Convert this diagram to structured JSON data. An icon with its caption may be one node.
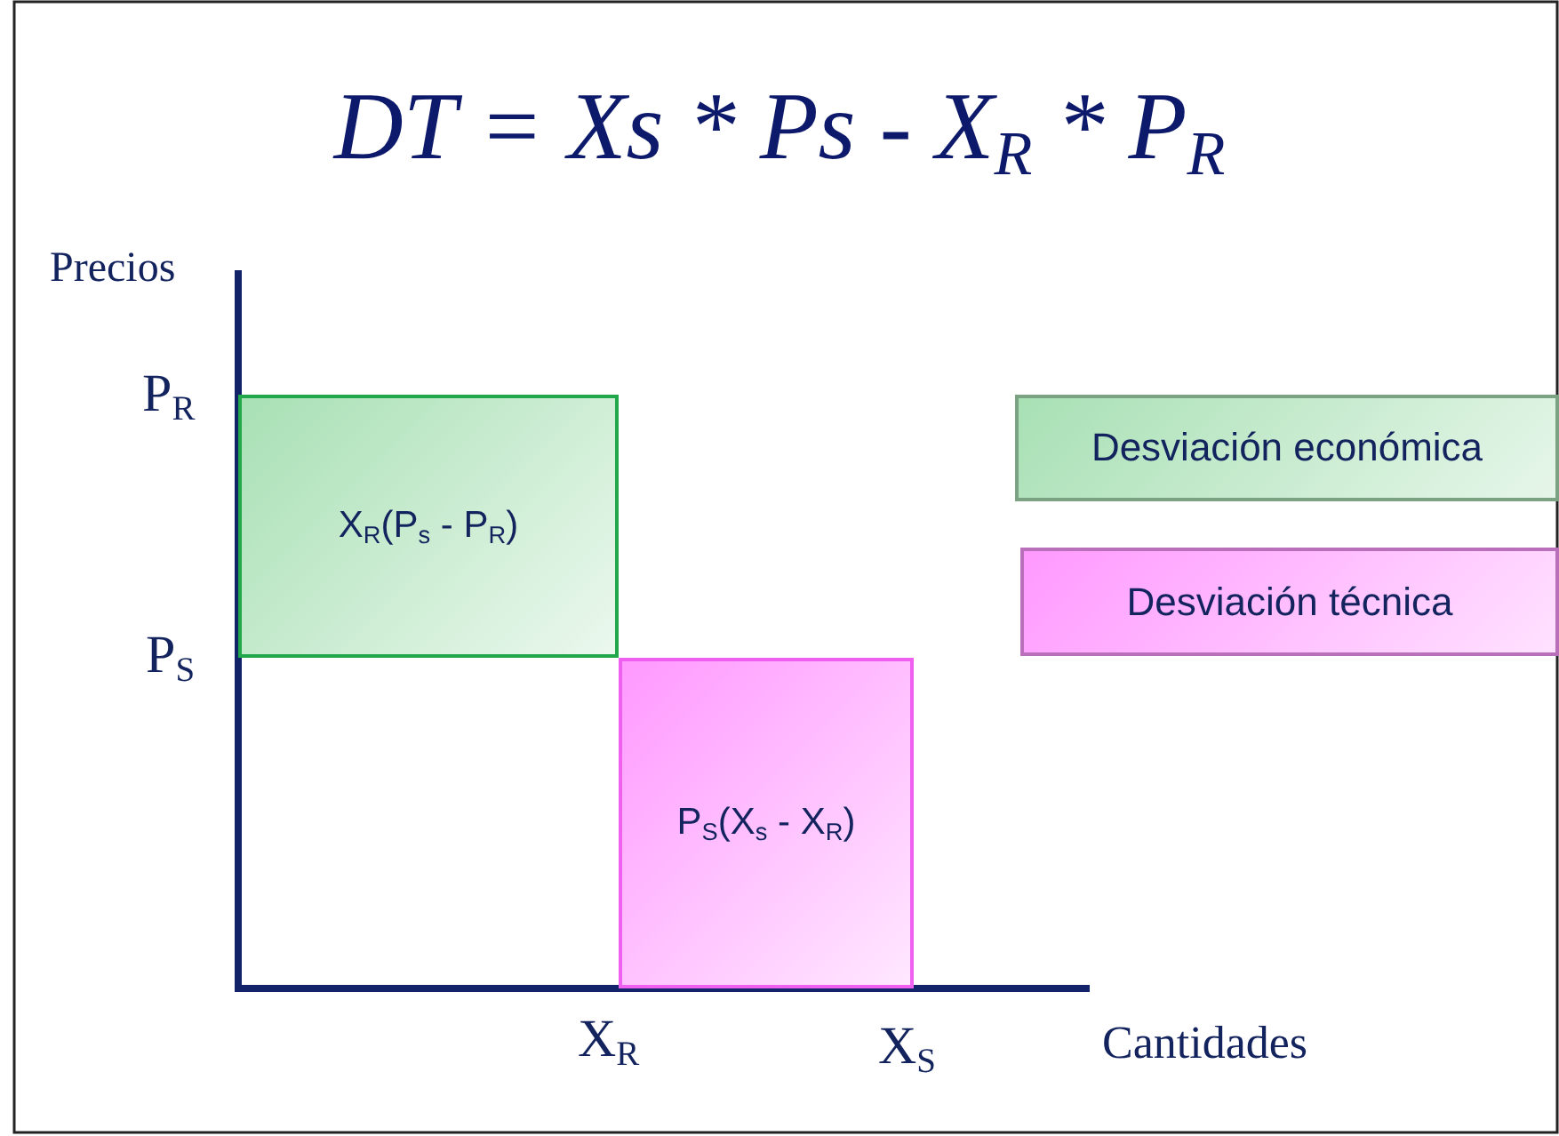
{
  "diagram": {
    "title": "DT = Xs * Ps - X$_{R}$ * P$_{R}$",
    "nodes": [
      {
        "text": [
          "X$_{R}$(P$_{s}$ - P$_{R}$)"
        ]
      },
      {
        "text": [
          "P$_{S}$(X$_{s}$ - X$_{R}$)"
        ]
      }
    ],
    "edges": [],
    "labels": [
      "Precios",
      "P$_{R}$",
      "P$_{S}$",
      "X$_{R}$",
      "X$_{S}$",
      "Cantidades"
    ],
    "legend": [
      {
        "text": "Desviación económica",
        "color": "#a8e0b4"
      },
      {
        "text": "Desviación técnica",
        "color": "#ff99ff"
      }
    ]
  }
}
